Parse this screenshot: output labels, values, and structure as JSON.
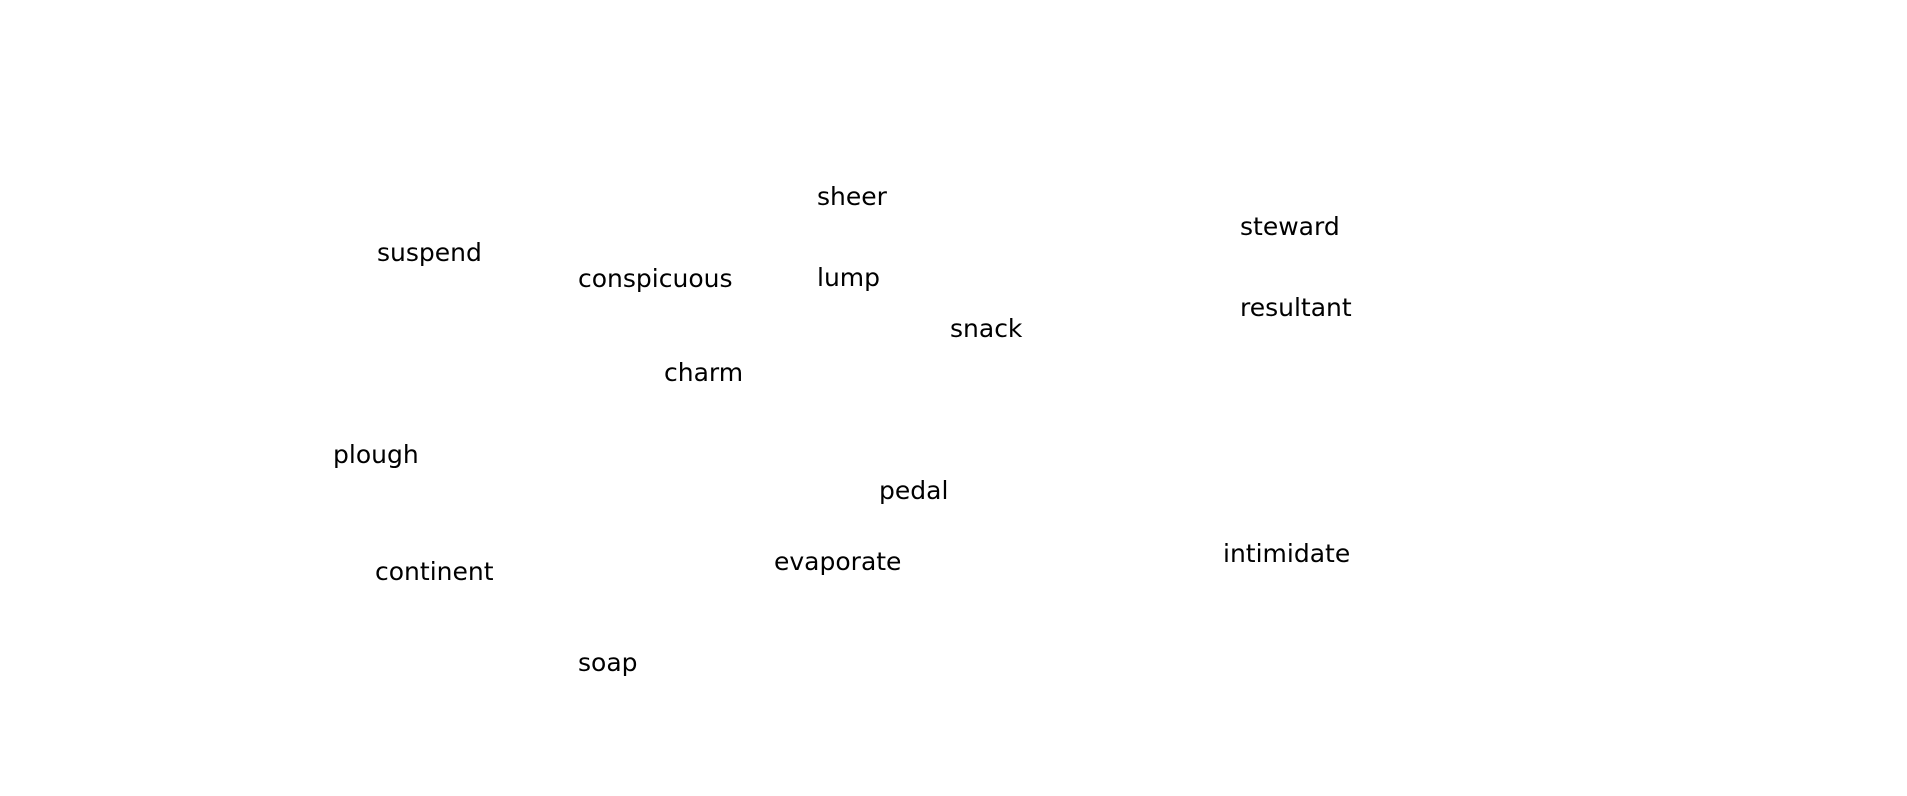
{
  "words": [
    "sheer",
    "steward",
    "suspend",
    "conspicuous",
    "lump",
    "resultant",
    "snack",
    "charm",
    "plough",
    "pedal",
    "intimidate",
    "continent",
    "evaporate",
    "soap"
  ]
}
